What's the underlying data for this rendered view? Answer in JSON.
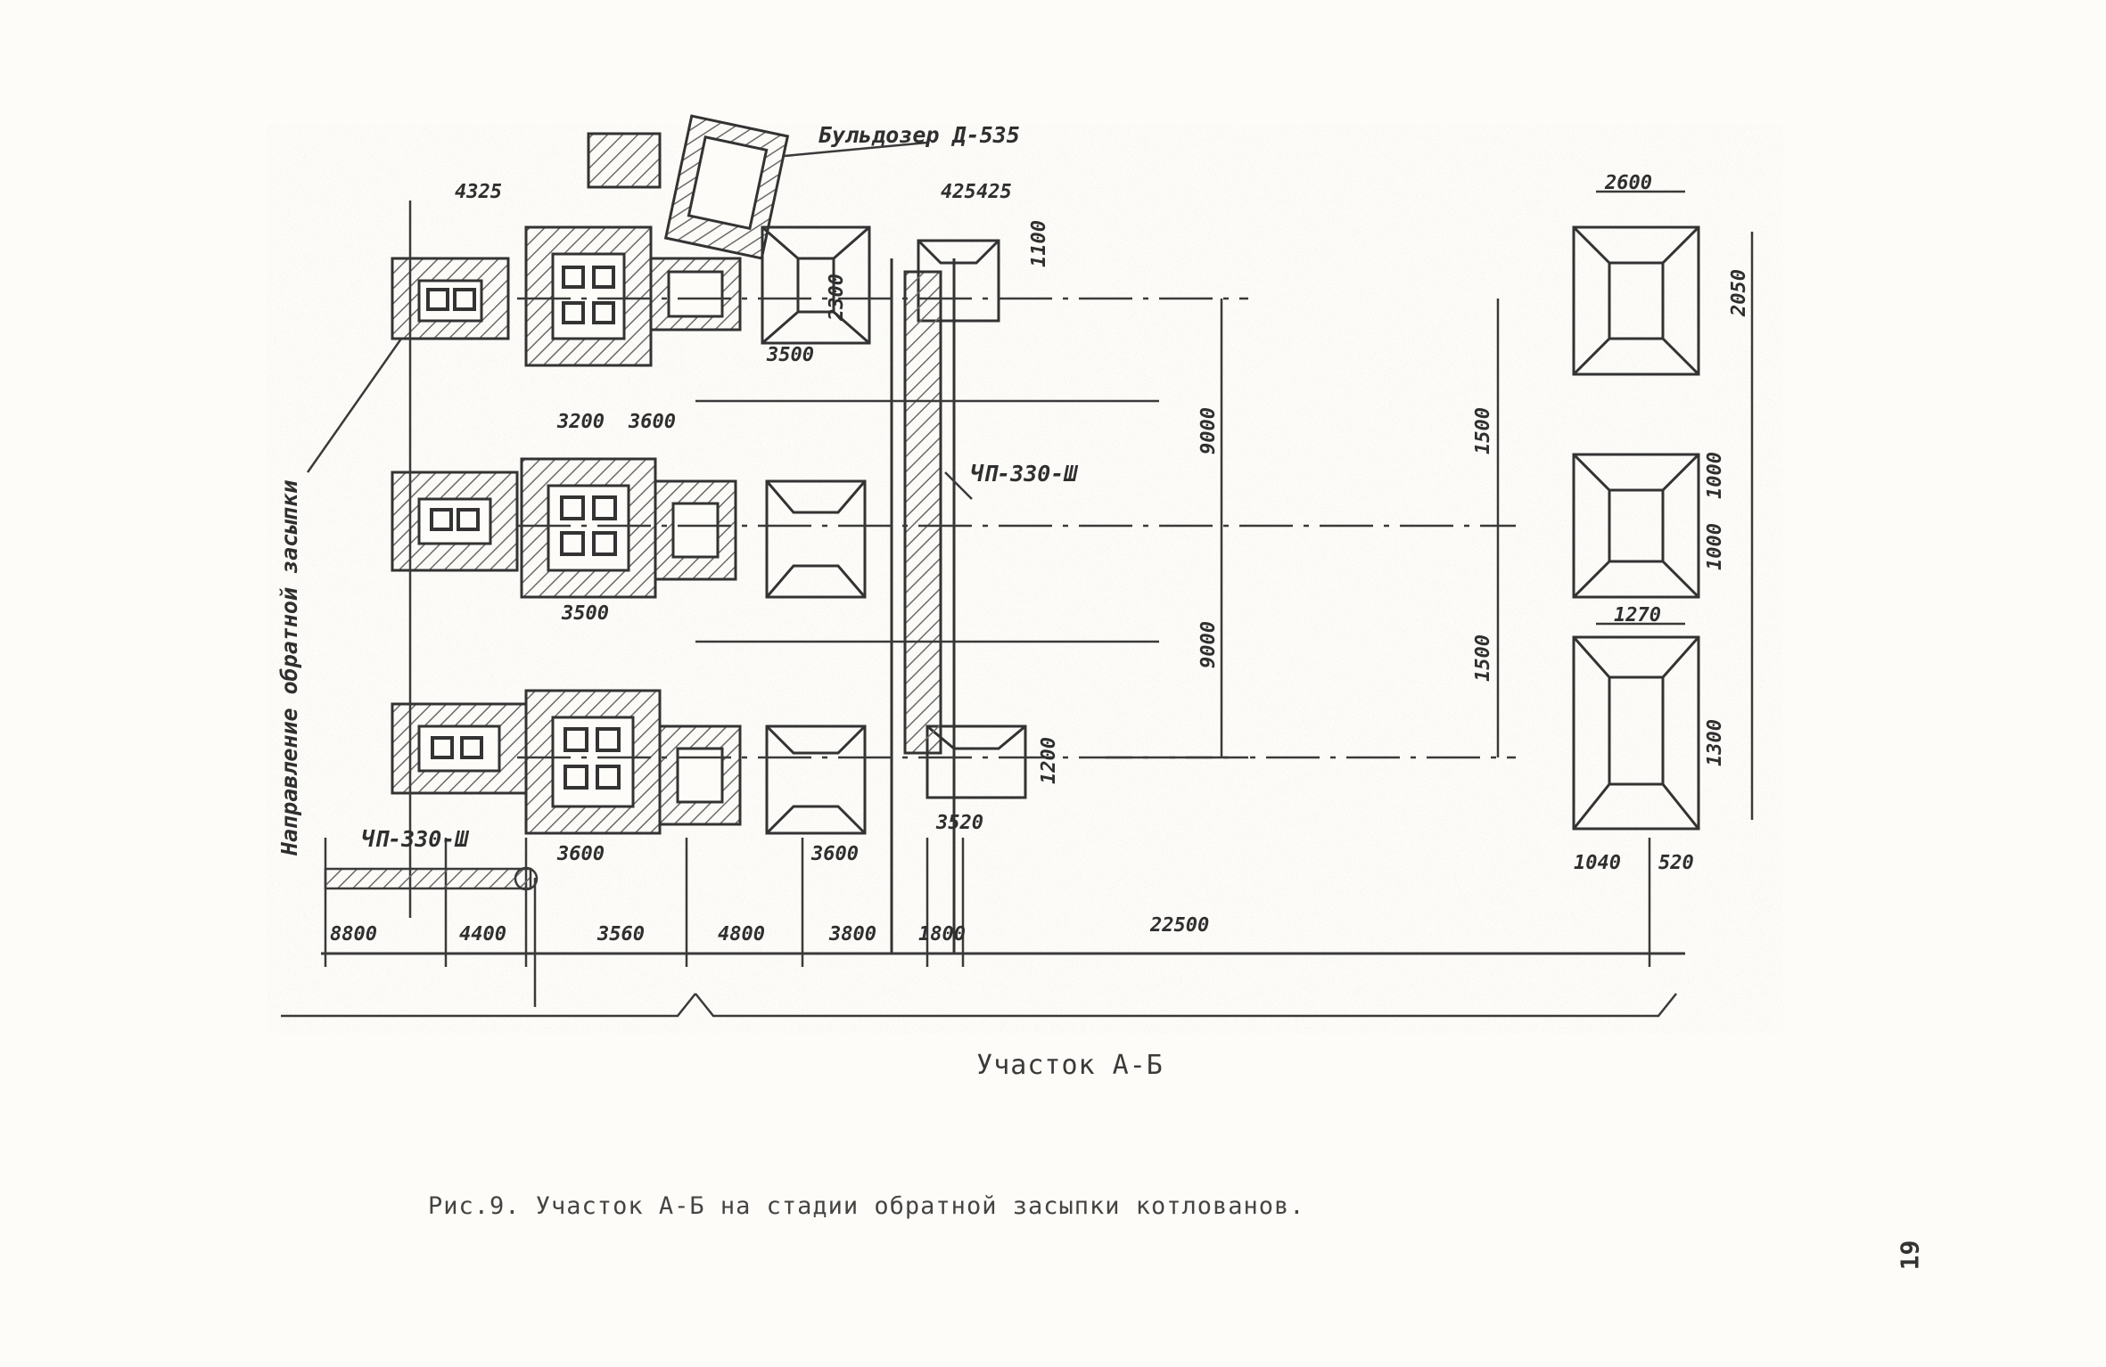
{
  "figure": {
    "caption": "Рис.9. Участок А-Б на стадии обратной засыпки котлованов.",
    "section_label": "Участок А-Б",
    "page_number": "19"
  },
  "callouts": {
    "bulldozer": "Бульдозер Д-535",
    "excavator_upper": "ЧП-330-Ш",
    "excavator_lower": "ЧП-330-Ш",
    "backfill_direction": "Направление обратной засыпки"
  },
  "dimensions": {
    "bottom_chain": [
      "8800",
      "4400",
      "3560",
      "4800",
      "3800",
      "1800",
      "22500"
    ],
    "top_left_width": "4325",
    "mid_widths": [
      "3200",
      "3600"
    ],
    "right_top_width": "2600",
    "right_lower_width": "1270",
    "right_side_heights": [
      "2050",
      "1000",
      "1000",
      "1300"
    ],
    "vertical_spacings": [
      "9000",
      "9000",
      "1500",
      "1500"
    ],
    "misc": [
      "425",
      "425",
      "3500",
      "3520",
      "3500",
      "1040",
      "520",
      "3600",
      "3600",
      "1100",
      "2300",
      "1200"
    ]
  },
  "colors": {
    "ink": "#3a3a3a",
    "paper": "#fdfcf9"
  }
}
